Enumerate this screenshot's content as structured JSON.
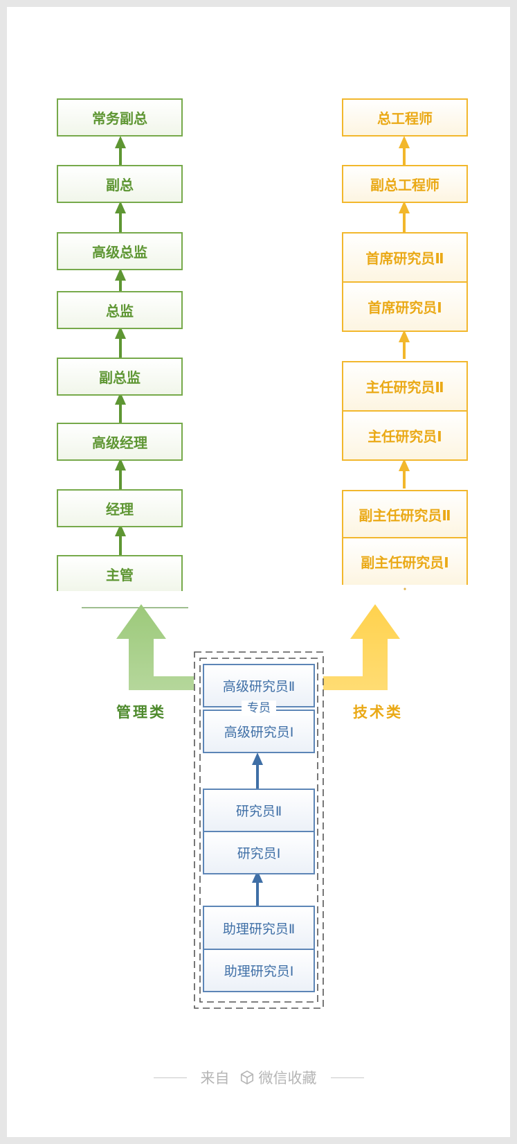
{
  "management": {
    "label": "管理类",
    "levels": [
      "常务副总",
      "副总",
      "高级总监",
      "总监",
      "副总监",
      "高级经理",
      "经理",
      "主管"
    ]
  },
  "technical": {
    "label": "技术类",
    "levels": [
      "总工程师",
      "副总工程师",
      "首席研究员Ⅱ",
      "首席研究员Ⅰ",
      "主任研究员Ⅱ",
      "主任研究员Ⅰ",
      "副主任研究员Ⅱ",
      "副主任研究员Ⅰ"
    ]
  },
  "specialist": {
    "label": "专员",
    "levels": [
      "高级研究员Ⅱ",
      "高级研究员Ⅰ",
      "研究员Ⅱ",
      "研究员Ⅰ",
      "助理研究员Ⅱ",
      "助理研究员Ⅰ"
    ]
  },
  "footer": {
    "prefix": "来自",
    "source": "微信收藏"
  },
  "icons": {
    "source": "cube-icon"
  },
  "colors": {
    "management": "#76a94a",
    "technical": "#f2b72c",
    "specialist": "#5c85b6"
  }
}
